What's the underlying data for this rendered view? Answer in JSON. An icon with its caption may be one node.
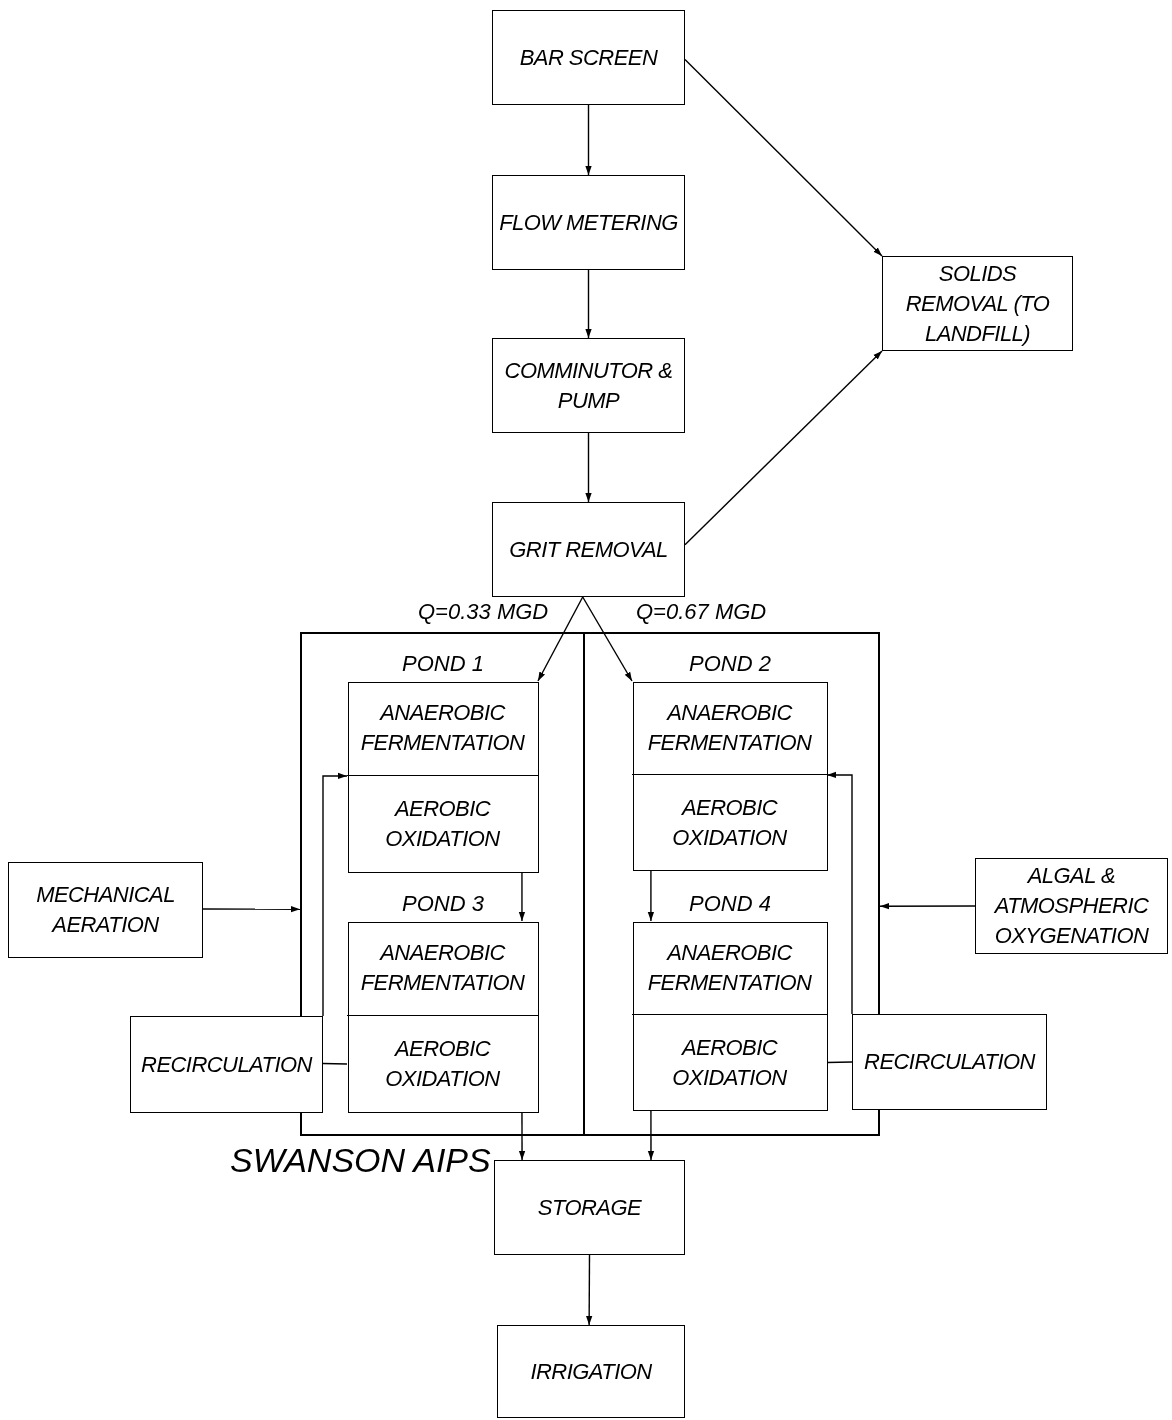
{
  "diagram": {
    "nodes": [
      {
        "text": [
          "BAR SCREEN"
        ]
      },
      {
        "text": [
          "FLOW METERING"
        ]
      },
      {
        "text": [
          "SOLIDS REMOVAL (TO LANDFILL)"
        ]
      },
      {
        "text": [
          "COMMINUTOR & PUMP"
        ]
      },
      {
        "text": [
          "GRIT REMOVAL"
        ]
      },
      {
        "text": [
          "SWANSON AIPS"
        ]
      },
      {
        "text": [
          "POND 1"
        ],
        "in": 5
      },
      {
        "text": [
          "ANAEROBIC FERMENTATION"
        ],
        "in": 6
      },
      {
        "text": [
          "AEROBIC OXIDATION"
        ],
        "in": 6
      },
      {
        "text": [
          "POND 2"
        ],
        "in": 5
      },
      {
        "text": [
          "ANAEROBIC FERMENTATION"
        ],
        "in": 9
      },
      {
        "text": [
          "AEROBIC OXIDATION"
        ],
        "in": 9
      },
      {
        "text": [
          "MECHANICAL AERATION"
        ]
      },
      {
        "text": [
          "ALGAL & ATMOSPHERIC OXYGENATION"
        ]
      },
      {
        "text": [
          "POND 3"
        ],
        "in": 5
      },
      {
        "text": [
          "ANAEROBIC FERMENTATION"
        ],
        "in": 14
      },
      {
        "text": [
          "AEROBIC OXIDATION"
        ],
        "in": 14
      },
      {
        "text": [
          "POND 4"
        ],
        "in": 5
      },
      {
        "text": [
          "ANAEROBIC FERMENTATION"
        ],
        "in": 17
      },
      {
        "text": [
          "AEROBIC OXIDATION"
        ],
        "in": 17
      },
      {
        "text": [
          "RECIRCULATION"
        ]
      },
      {
        "text": [
          "RECIRCULATION"
        ]
      },
      {
        "text": [
          "STORAGE"
        ]
      },
      {
        "text": [
          "IRRIGATION"
        ]
      }
    ],
    "edges": [
      {
        "from": 0,
        "to": 1,
        "arrow": "to"
      },
      {
        "from": 1,
        "to": 3,
        "arrow": "to"
      },
      {
        "from": 3,
        "to": 4,
        "arrow": "to"
      },
      {
        "from": 0,
        "to": 2,
        "arrow": "to"
      },
      {
        "from": 4,
        "to": 2,
        "arrow": "to"
      },
      {
        "from": 4,
        "to": 7,
        "arrow": "to",
        "label": "Q=0.33 MGD"
      },
      {
        "from": 4,
        "to": 10,
        "arrow": "to",
        "label": "Q=0.67 MGD"
      },
      {
        "from": 8,
        "to": 15,
        "arrow": "to"
      },
      {
        "from": 11,
        "to": 18,
        "arrow": "to"
      },
      {
        "from": 12,
        "to": 5,
        "arrow": "to"
      },
      {
        "from": 13,
        "to": 5,
        "arrow": "to"
      },
      {
        "from": 16,
        "to": 20,
        "arrow": "none"
      },
      {
        "from": 20,
        "to": 6,
        "arrow": "to"
      },
      {
        "from": 19,
        "to": 21,
        "arrow": "none"
      },
      {
        "from": 21,
        "to": 9,
        "arrow": "to"
      },
      {
        "from": 16,
        "to": 22,
        "arrow": "to"
      },
      {
        "from": 19,
        "to": 22,
        "arrow": "to"
      },
      {
        "from": 22,
        "to": 23,
        "arrow": "to"
      }
    ]
  }
}
